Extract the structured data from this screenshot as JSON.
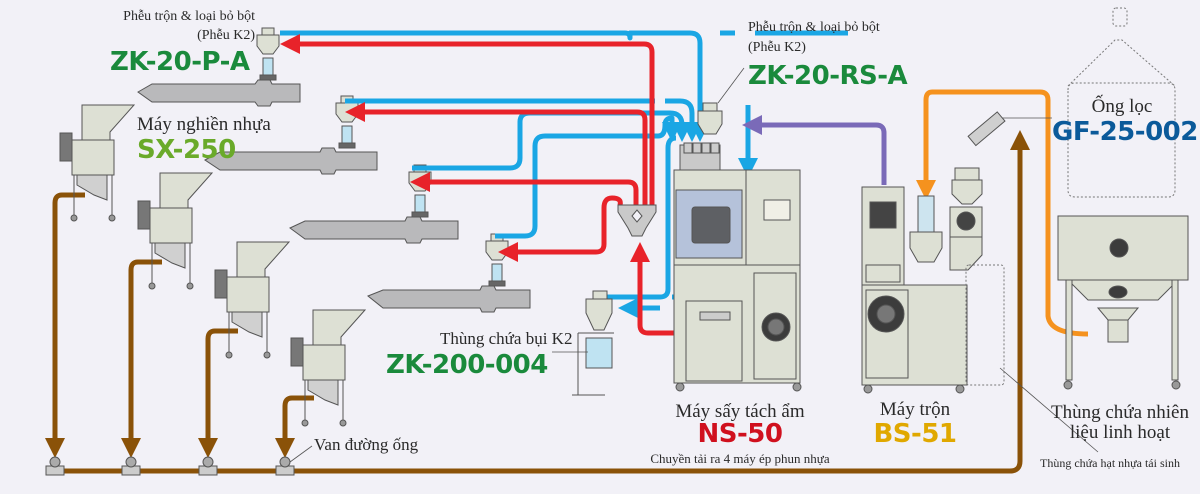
{
  "labels": {
    "zk20pa": {
      "desc_line1": "Phễu trộn & loại bỏ bột",
      "desc_line2": "(Phễu K2)",
      "code": "ZK-20-P-A"
    },
    "zk20rsa": {
      "desc_line1": "Phễu trộn & loại bỏ bột",
      "desc_line2": "(Phễu K2)",
      "code": "ZK-20-RS-A"
    },
    "sx250": {
      "desc": "Máy nghiền nhựa",
      "code": "SX-250"
    },
    "zk200": {
      "desc": "Thùng chứa bụi K2",
      "code": "ZK-200-004"
    },
    "ns50": {
      "desc": "Máy sấy tách ẩm",
      "code": "NS-50",
      "note": "Chuyền tải ra 4 máy ép phun nhựa"
    },
    "bs51": {
      "desc": "Máy trộn",
      "code": "BS-51"
    },
    "gf25": {
      "desc": "Ống lọc",
      "code": "GF-25-002"
    },
    "tank": {
      "line1": "Thùng chứa nhiên",
      "line2": "liệu linh hoạt"
    },
    "regrind": {
      "desc": "Thùng chứa hạt nhựa tái sinh"
    },
    "valve": {
      "desc": "Van đường ống"
    }
  },
  "colors": {
    "zk_green": "#1a8a3c",
    "sx_green": "#6aaa2a",
    "ns_red": "#d0101e",
    "bs_yellow": "#e0a800",
    "gf_blue": "#0b5a9a",
    "line_blue": "#1aa6e4",
    "line_red": "#e8232a",
    "line_purple": "#7a6ab8",
    "line_orange": "#f5921e",
    "line_brown": "#8a5208",
    "machine": "#dde0d4",
    "barrel": "#b9b9bb",
    "outline": "#555555"
  }
}
